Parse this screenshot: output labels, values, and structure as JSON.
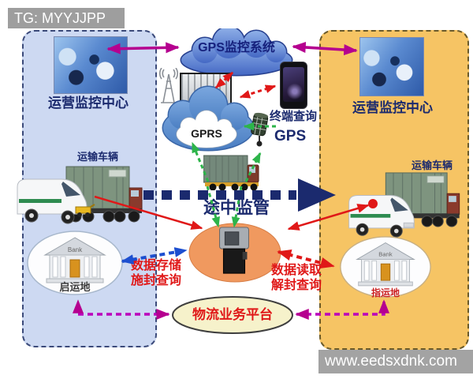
{
  "overlay": {
    "tag": "TG: MYYJJPP",
    "url": "www.eedsxdnk.com"
  },
  "diagram": {
    "title_cloud": "GPS监控系统",
    "gprs_label": "GPRS",
    "terminal_query_label": "终端查询",
    "satellite_label": "GPS",
    "transit_label": "途中监管",
    "platform_label": "物流业务平台",
    "bank_sign": "Bank",
    "left_zone": {
      "monitor_label": "运营监控中心",
      "vehicle_label": "运输车辆",
      "site_label": "启运地"
    },
    "right_zone": {
      "monitor_label": "运营监控中心",
      "vehicle_label": "运输车辆",
      "site_label": "指运地"
    },
    "store_annotation": {
      "line1": "数据存储",
      "line2": "施封查询"
    },
    "read_annotation": {
      "line1": "数据读取",
      "line2": "解封查询"
    },
    "colors": {
      "left_panel": "#cdd9f2",
      "right_panel": "#f6c464",
      "cloud_blue": "#5f95d5",
      "seal_ellipse": "#f0995f",
      "platform_fill": "#f6f2cb",
      "accent_red": "#e01818",
      "accent_magenta": "#bb00bb",
      "accent_green": "#2db44a",
      "accent_blue": "#1d4fd0",
      "navy": "#1b2a6e"
    }
  }
}
